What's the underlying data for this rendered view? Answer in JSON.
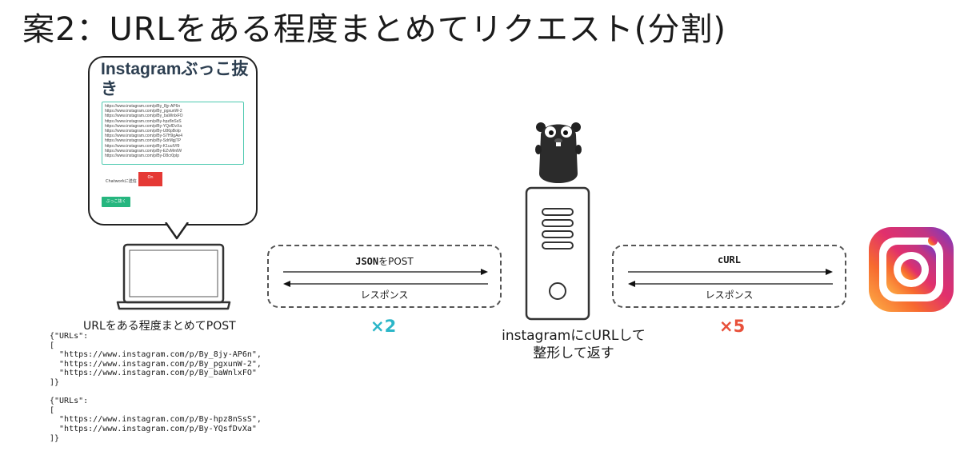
{
  "title": "案2：URLをある程度まとめてリクエスト(分割)",
  "app_mock": {
    "title": "Instagramぶっこ抜き",
    "urls": [
      "https://www.instagram.com/p/By_8jy-AP6n",
      "https://www.instagram.com/p/By_pgxunW-2",
      "https://www.instagram.com/p/By_baWnlxFO",
      "https://www.instagram.com/p/By-hpz8nSsS",
      "https://www.instagram.com/p/By-YQsfDvXa",
      "https://www.instagram.com/p/By-U86pBolp",
      "https://www.instagram.com/p/By-S7H9gAe4",
      "https://www.instagram.com/p/By-SdrMgjTP",
      "https://www.instagram.com/p/By-K1uuIVf9",
      "https://www.instagram.com/p/By-EZvMmIW",
      "https://www.instagram.com/p/By-D8cr0pIp"
    ],
    "chatwork_label": "Chatworkに送信",
    "toggle_label": "On",
    "button_label": "ぶっこ抜く"
  },
  "client": {
    "caption": "URLをある程度まとめてPOST",
    "json_sample": "{\"URLs\":\n[\n  \"https://www.instagram.com/p/By_8jy-AP6n\",\n  \"https://www.instagram.com/p/By_pgxunW-2\",\n  \"https://www.instagram.com/p/By_baWnlxFO\"\n]}\n\n{\"URLs\":\n[\n  \"https://www.instagram.com/p/By-hpz8nSsS\",\n  \"https://www.instagram.com/p/By-YQsfDvXa\"\n]}"
  },
  "left_exchange": {
    "request_bold": "JSON",
    "request_rest": "をPOST",
    "response": "レスポンス",
    "multiplier": "×2",
    "multiplier_color": "#2bb6c8"
  },
  "server": {
    "caption_line1": "instagramにcURLして",
    "caption_line2": "整形して返す"
  },
  "right_exchange": {
    "request_bold": "cURL",
    "response": "レスポンス",
    "multiplier": "×5",
    "multiplier_color": "#e8503a"
  },
  "icons": [
    "speech-bubble-icon",
    "laptop-icon",
    "gopher-mascot-icon",
    "server-icon",
    "instagram-logo-icon",
    "arrow-right-icon",
    "arrow-left-icon"
  ]
}
